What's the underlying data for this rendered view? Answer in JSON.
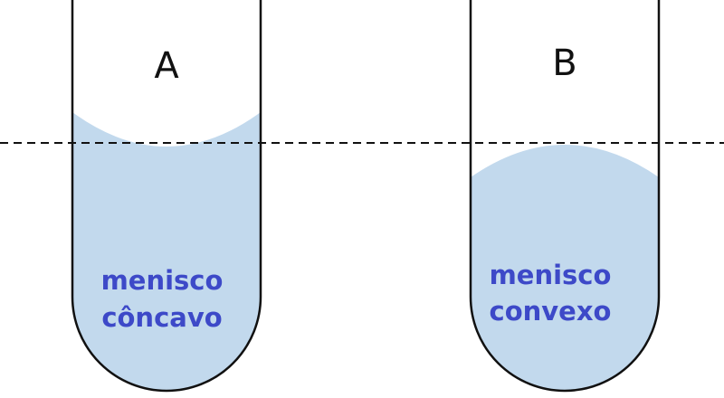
{
  "tubes": {
    "a": {
      "letter": "A",
      "label_line1": "menisco",
      "label_line2": "côncavo",
      "meniscus_type": "concave"
    },
    "b": {
      "letter": "B",
      "label_line1": "menisco",
      "label_line2": "convexo",
      "meniscus_type": "convex"
    }
  },
  "colors": {
    "liquid": "#c2d9ed",
    "outline": "#111111",
    "label_text": "#3d49c8",
    "reference_line": "#111111"
  }
}
